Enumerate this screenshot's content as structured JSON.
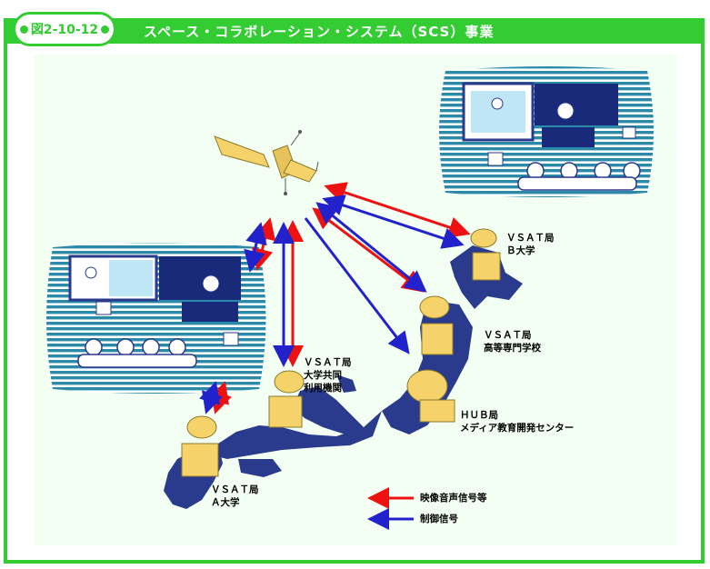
{
  "figure": {
    "number": "図2-10-12",
    "title": "スペース・コラボレーション・システム（SCS）事業"
  },
  "stations": {
    "b_univ": {
      "line1": "ＶＳＡＴ局",
      "line2": "Ｂ大学"
    },
    "tech_college": {
      "line1": "ＶＳＡＴ局",
      "line2": "高等専門学校"
    },
    "inter_univ": {
      "line1": "ＶＳＡＴ局",
      "line2": "大学共同",
      "line3": "利用機関"
    },
    "hub": {
      "line1": "ＨＵＢ局",
      "line2": "メディア教育開発センター"
    },
    "a_univ": {
      "line1": "ＶＳＡＴ局",
      "line2": "Ａ大学"
    }
  },
  "legend": {
    "video_audio": "映像音声信号等",
    "control": "制御信号"
  },
  "colors": {
    "accent_green": "#33cc33",
    "video_audio_arrow": "#ee1111",
    "control_arrow": "#2222cc",
    "japan_map": "#2a3a8c",
    "station_box": "#f5d36a",
    "screen_stripes": "#2a8aa8"
  }
}
